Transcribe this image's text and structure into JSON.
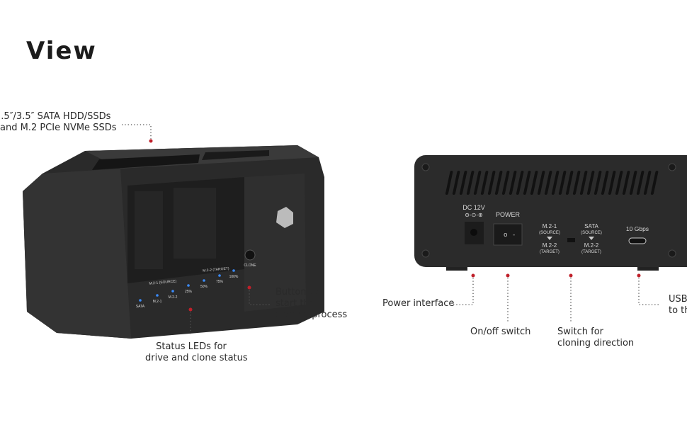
{
  "title": "View",
  "callouts": {
    "drive_support": [
      " .5″/3.5″ SATA HDD/SSDs",
      "and M.2 PCIe NVMe SSDs"
    ],
    "status_leds": [
      "Status LEDs for",
      "drive and clone status"
    ],
    "clone_button": [
      "Button to",
      "start the",
      "cloning process"
    ],
    "power_interface": "Power interface",
    "onoff_switch": "On/off switch",
    "clone_switch": [
      "Switch for",
      "cloning direction"
    ],
    "usb": [
      "USB",
      "to th"
    ]
  },
  "front_panel": {
    "slot_labels": [
      "M.2-1 (SOURCE)",
      "M.2-2 (TARGET)"
    ],
    "leds": [
      "SATA",
      "M.2-1",
      "M.2-2",
      "25%",
      "50%",
      "75%",
      "100%"
    ],
    "clone_button_label": "CLONE"
  },
  "back_panel": {
    "dc_label": "DC 12V",
    "power_label": "POWER",
    "switch_left": {
      "top": "M.2-1",
      "top_sub": "(SOURCE)",
      "bottom": "M.2-2",
      "bottom_sub": "(TARGET)"
    },
    "switch_right": {
      "top": "SATA",
      "top_sub": "(SOURCE)",
      "bottom": "M.2-2",
      "bottom_sub": "(TARGET)"
    },
    "usb_speed": "10 Gbps"
  },
  "colors": {
    "accent_dot": "#c0202a",
    "device": "#2c2c2c"
  }
}
